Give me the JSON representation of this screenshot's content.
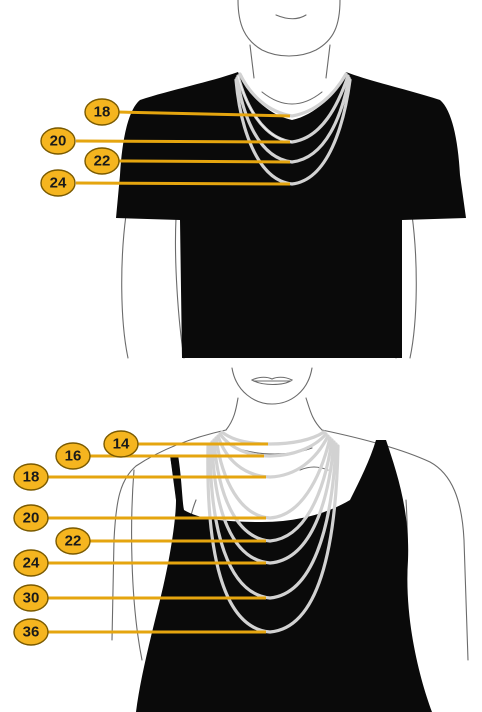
{
  "colors": {
    "badge_fill": "#f5b51f",
    "badge_stroke": "#7a5a00",
    "leader_line": "#e5a50f",
    "garment": "#0a0a0a",
    "chain": "#d2d2d2",
    "outline": "#6b6b6b"
  },
  "panels": [
    {
      "figure": "man-vneck-tshirt",
      "lengths": [
        "18",
        "20",
        "22",
        "24"
      ]
    },
    {
      "figure": "woman-camisole",
      "lengths": [
        "14",
        "16",
        "18",
        "20",
        "22",
        "24",
        "30",
        "36"
      ]
    }
  ]
}
